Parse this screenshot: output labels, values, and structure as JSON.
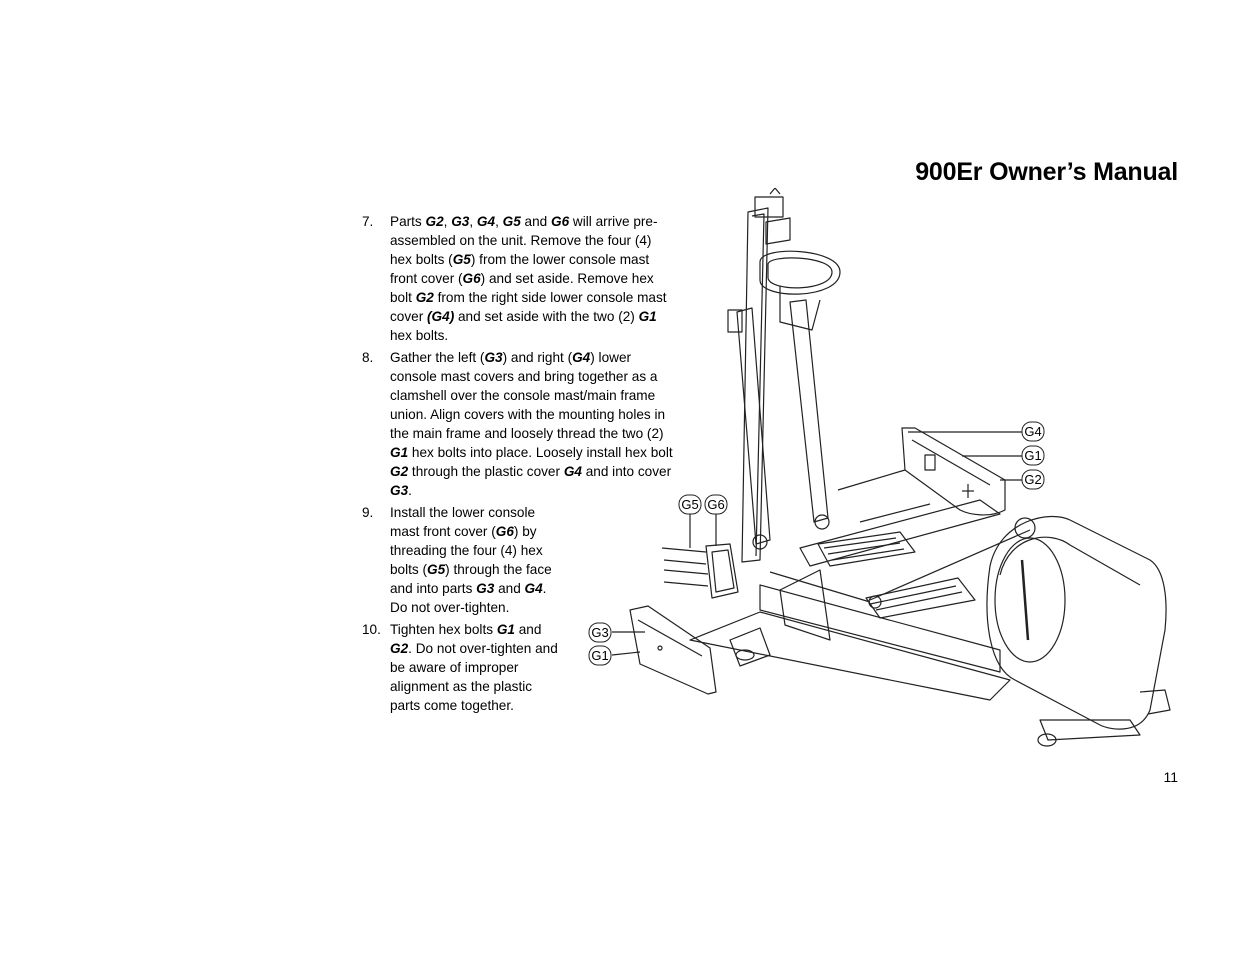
{
  "header": {
    "title": "900Er Owner’s Manual"
  },
  "steps": [
    {
      "num": "7.",
      "segments": [
        {
          "t": "Parts "
        },
        {
          "t": "G2",
          "bi": true
        },
        {
          "t": ", "
        },
        {
          "t": "G3",
          "bi": true
        },
        {
          "t": ", "
        },
        {
          "t": "G4",
          "bi": true
        },
        {
          "t": ", "
        },
        {
          "t": "G5",
          "bi": true
        },
        {
          "t": " and "
        },
        {
          "t": "G6",
          "bi": true
        },
        {
          "t": " will arrive pre-assembled on the unit. Remove the four (4) hex bolts ("
        },
        {
          "t": "G5",
          "bi": true
        },
        {
          "t": ") from the lower console mast front cover ("
        },
        {
          "t": "G6",
          "bi": true
        },
        {
          "t": ") and set aside. Remove hex bolt "
        },
        {
          "t": "G2",
          "bi": true
        },
        {
          "t": " from the right side lower console mast cover "
        },
        {
          "t": "(G4)",
          "bi": true
        },
        {
          "t": " and set aside with the two (2) "
        },
        {
          "t": "G1",
          "bi": true
        },
        {
          "t": " hex bolts."
        }
      ]
    },
    {
      "num": "8.",
      "segments": [
        {
          "t": "Gather the left ("
        },
        {
          "t": "G3",
          "bi": true
        },
        {
          "t": ") and right ("
        },
        {
          "t": "G4",
          "bi": true
        },
        {
          "t": ") lower console mast covers and bring together as a clamshell over the console mast/main frame union. Align covers with the mounting holes in the main frame and loosely thread the two (2) "
        },
        {
          "t": "G1",
          "bi": true
        },
        {
          "t": " hex bolts into place. Loosely install hex bolt "
        },
        {
          "t": "G2",
          "bi": true
        },
        {
          "t": " through the plastic cover "
        },
        {
          "t": "G4",
          "bi": true
        },
        {
          "t": " and into cover "
        },
        {
          "t": "G3",
          "bi": true
        },
        {
          "t": "."
        }
      ]
    },
    {
      "num": "9.",
      "narrow": true,
      "segments": [
        {
          "t": "Install the lower console mast front cover ("
        },
        {
          "t": "G6",
          "bi": true
        },
        {
          "t": ") by threading the four (4) hex bolts ("
        },
        {
          "t": "G5",
          "bi": true
        },
        {
          "t": ") through the face and into parts "
        },
        {
          "t": "G3",
          "bi": true
        },
        {
          "t": " and "
        },
        {
          "t": "G4",
          "bi": true
        },
        {
          "t": ". Do not over-tighten."
        }
      ]
    },
    {
      "num": "10.",
      "narrow": true,
      "segments": [
        {
          "t": "Tighten hex bolts "
        },
        {
          "t": "G1",
          "bi": true
        },
        {
          "t": " and "
        },
        {
          "t": "G2",
          "bi": true
        },
        {
          "t": ". Do not over-tighten and be aware of improper alignment as the plastic parts come together."
        }
      ]
    }
  ],
  "diagram": {
    "callouts": {
      "g4_right": "G4",
      "g1_right": "G1",
      "g2_right": "G2",
      "g5": "G5",
      "g6": "G6",
      "g3_left": "G3",
      "g1_left": "G1"
    }
  },
  "footer": {
    "page_number": "11"
  }
}
